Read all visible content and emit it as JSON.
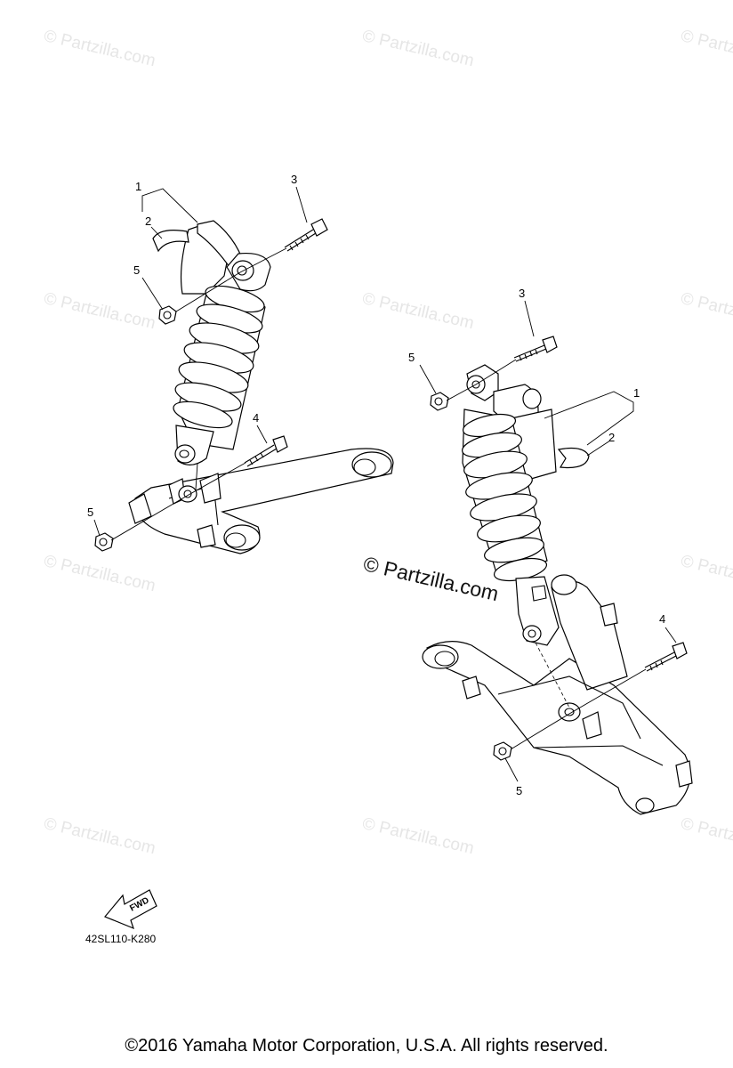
{
  "watermark": {
    "text": "© Partzilla.com",
    "center_text": "© Partzilla.com"
  },
  "callouts": {
    "left_1": "1",
    "left_2": "2",
    "left_3": "3",
    "left_4": "4",
    "left_5a": "5",
    "left_5b": "5",
    "right_1": "1",
    "right_2": "2",
    "right_3": "3",
    "right_4": "4",
    "right_5a": "5",
    "right_5b": "5"
  },
  "fwd_label": "FWD",
  "diagram_code": "42SL110-K280",
  "copyright": "©2016 Yamaha Motor Corporation, U.S.A. All rights reserved."
}
